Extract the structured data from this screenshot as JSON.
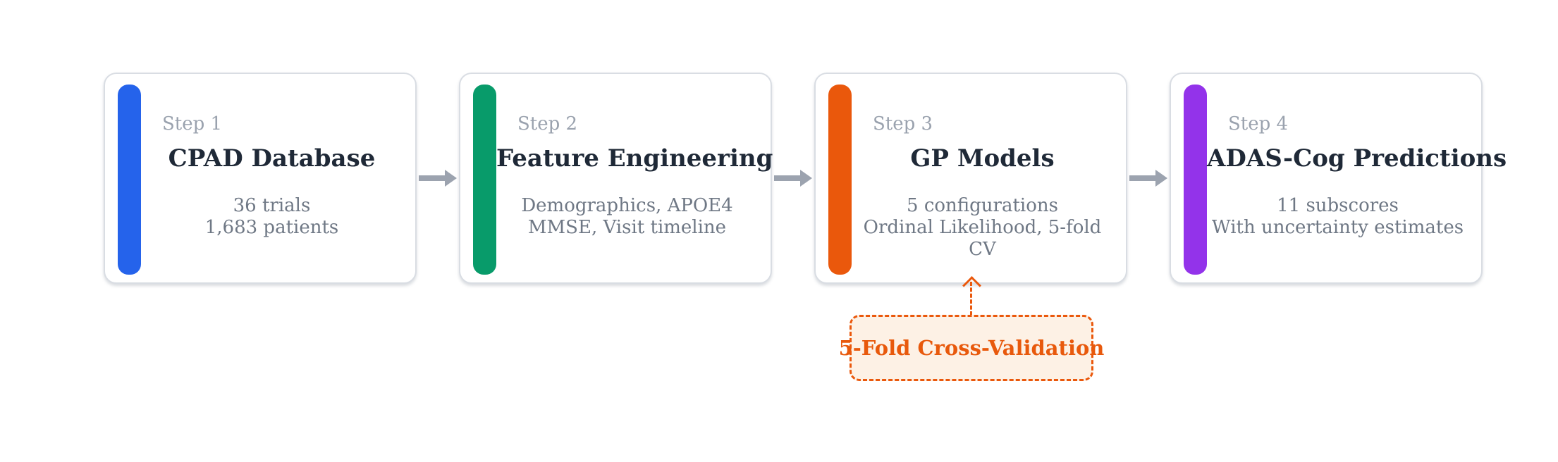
{
  "page": {
    "background": "#ffffff",
    "title_color": "#1f2937",
    "step_label_color": "#9aa2ae",
    "body_color": "#6f7885",
    "arrow_color": "#9ca3af",
    "card_border_color": "#d9dde3"
  },
  "steps": [
    {
      "step_label": "Step 1",
      "title": "CPAD Database",
      "line1": "36 trials",
      "line2": "1,683 patients",
      "accent_color": "#2563eb"
    },
    {
      "step_label": "Step 2",
      "title": "Feature Engineering",
      "line1": "Demographics, APOE4",
      "line2": "MMSE, Visit timeline",
      "accent_color": "#089b6a"
    },
    {
      "step_label": "Step 3",
      "title": "GP Models",
      "line1": "5 configurations",
      "line2": "Ordinal Likelihood, 5-fold CV",
      "accent_color": "#ea580c"
    },
    {
      "step_label": "Step 4",
      "title": "ADAS-Cog Predictions",
      "line1": "11 subscores",
      "line2": "With uncertainty estimates",
      "accent_color": "#9333ea"
    }
  ],
  "annotation": {
    "label": "5-Fold Cross-Validation",
    "border_color": "#ea580c",
    "background": "#fdf1e5",
    "text_color": "#e8590c"
  }
}
